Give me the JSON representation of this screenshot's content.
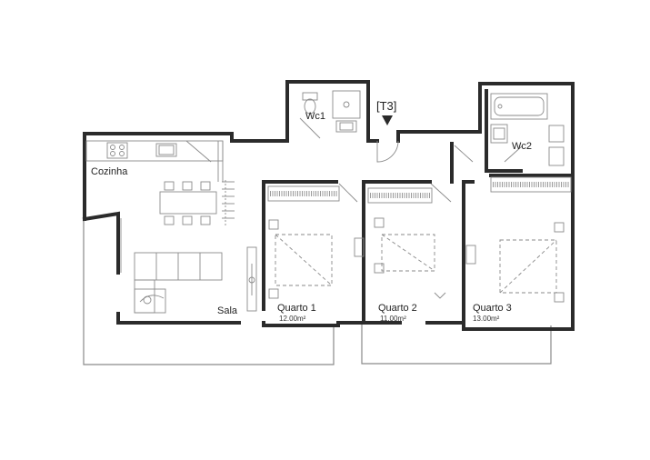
{
  "unit_tag": "[T3]",
  "rooms": {
    "cozinha": {
      "name": "Cozinha"
    },
    "sala": {
      "name": "Sala"
    },
    "wc1": {
      "name": "Wc1"
    },
    "wc2": {
      "name": "Wc2"
    },
    "quarto1": {
      "name": "Quarto 1",
      "area": "12.00m²"
    },
    "quarto2": {
      "name": "Quarto 2",
      "area": "11.00m²"
    },
    "quarto3": {
      "name": "Quarto 3",
      "area": "13.00m²"
    }
  },
  "icons": {
    "entrance": "entrance-arrow-icon",
    "stove": "stove-icon",
    "sink": "sink-icon",
    "toilet": "toilet-icon",
    "shower": "shower-icon",
    "bed": "bed-icon",
    "sofa": "sofa-icon",
    "table": "dining-table-icon",
    "wardrobe": "wardrobe-icon"
  },
  "colors": {
    "wall": "#2b2b2b",
    "furniture": "#8a8a8a",
    "dashed": "#9a9a9a",
    "background": "#ffffff"
  }
}
